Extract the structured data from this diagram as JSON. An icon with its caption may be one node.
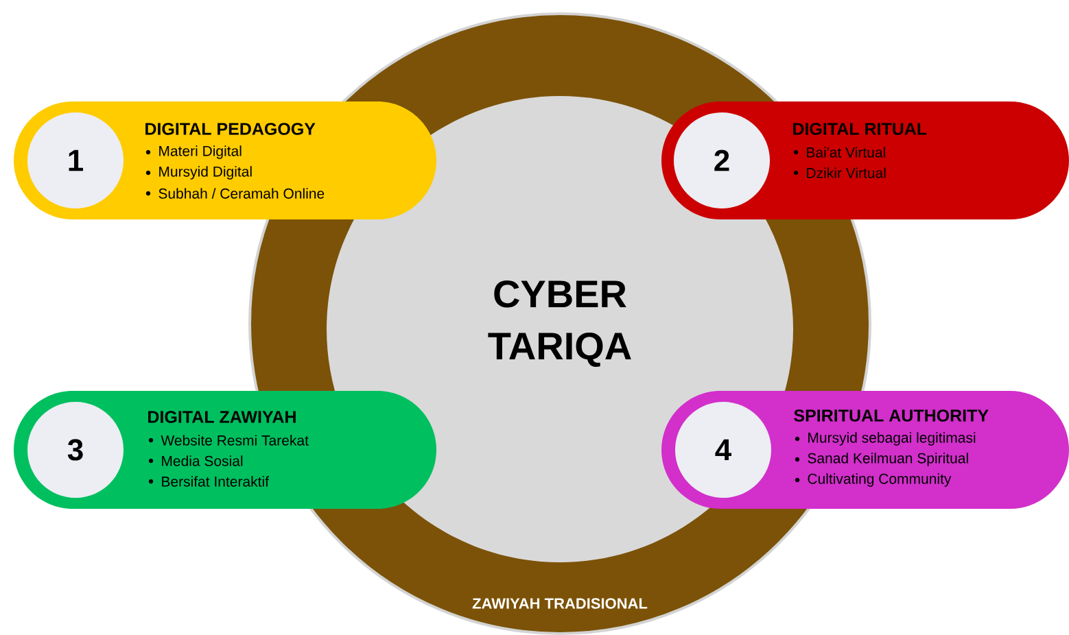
{
  "diagram": {
    "nodes": [
      {
        "text": [
          "ZAWIYAH TRADISIONAL"
        ]
      },
      {
        "text": [
          "CYBER TARIQA"
        ],
        "in": 0
      },
      {
        "text": [
          "DIGITAL PEDAGOGY",
          "Materi Digital",
          "Mursyid Digital",
          "Subhah / Ceramah Online"
        ]
      },
      {
        "text": [
          "1"
        ],
        "in": 2
      },
      {
        "text": [
          "DIGITAL RITUAL",
          "Bai'at Virtual",
          "Dzikir Virtual"
        ]
      },
      {
        "text": [
          "2"
        ]
      },
      {
        "text": [
          "DIGITAL ZAWIYAH",
          "Website Resmi Tarekat",
          "Media Sosial",
          "Bersifat Interaktif"
        ]
      },
      {
        "text": [
          "3"
        ],
        "in": 6
      },
      {
        "text": [
          "SPIRITUAL AUTHORITY",
          "Mursyid sebagai legitimasi",
          "Sanad Keilmuan Spiritual",
          "Cultivating Community"
        ]
      },
      {
        "text": [
          "4"
        ]
      }
    ]
  }
}
